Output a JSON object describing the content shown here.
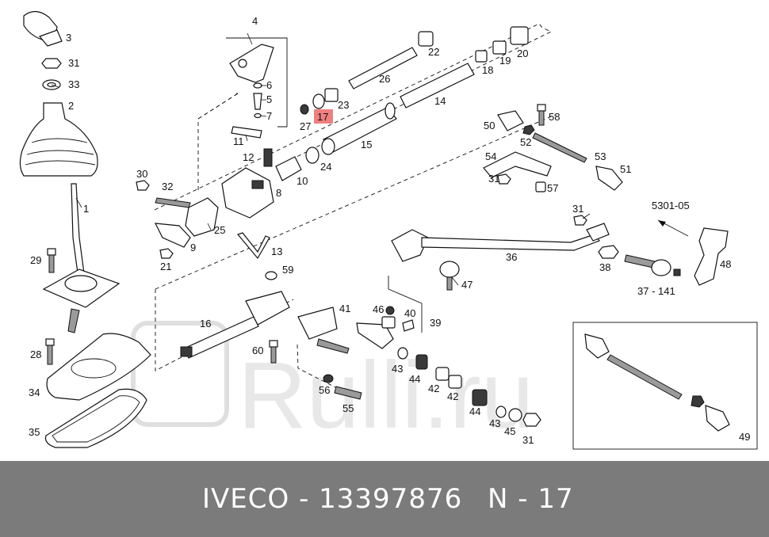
{
  "diagram": {
    "highlight_color": "#f08080",
    "highlighted_callout": "17",
    "ref_arrow_label": "5301-05",
    "callouts": {
      "c1": "1",
      "c2": "2",
      "c3": "3",
      "c4": "4",
      "c5": "5",
      "c6": "6",
      "c7": "7",
      "c8": "8",
      "c9": "9",
      "c10": "10",
      "c11": "11",
      "c12": "12",
      "c13": "13",
      "c14": "14",
      "c15": "15",
      "c16": "16",
      "c17": "17",
      "c18": "18",
      "c19": "19",
      "c20": "20",
      "c21": "21",
      "c22": "22",
      "c23": "23",
      "c24": "24",
      "c25": "25",
      "c26": "26",
      "c27": "27",
      "c28": "28",
      "c29": "29",
      "c30": "30",
      "c31a": "31",
      "c31b": "31",
      "c31c": "31",
      "c31d": "31",
      "c32": "32",
      "c33": "33",
      "c34": "34",
      "c35": "35",
      "c36": "36",
      "c37": "37 - 141",
      "c38": "38",
      "c39": "39",
      "c40": "40",
      "c41": "41",
      "c42a": "42",
      "c42b": "42",
      "c43a": "43",
      "c43b": "43",
      "c44a": "44",
      "c44b": "44",
      "c45": "45",
      "c46": "46",
      "c47": "47",
      "c48": "48",
      "c49": "49",
      "c50": "50",
      "c51": "51",
      "c52": "52",
      "c53": "53",
      "c54": "54",
      "c55": "55",
      "c56": "56",
      "c57": "57",
      "c58": "58",
      "c59": "59",
      "c60": "60"
    }
  },
  "watermark": {
    "text": "Rulli.ru"
  },
  "footer": {
    "code": "IVECO - 13397876",
    "position": "N - 17",
    "background": "#7b7b7b"
  }
}
